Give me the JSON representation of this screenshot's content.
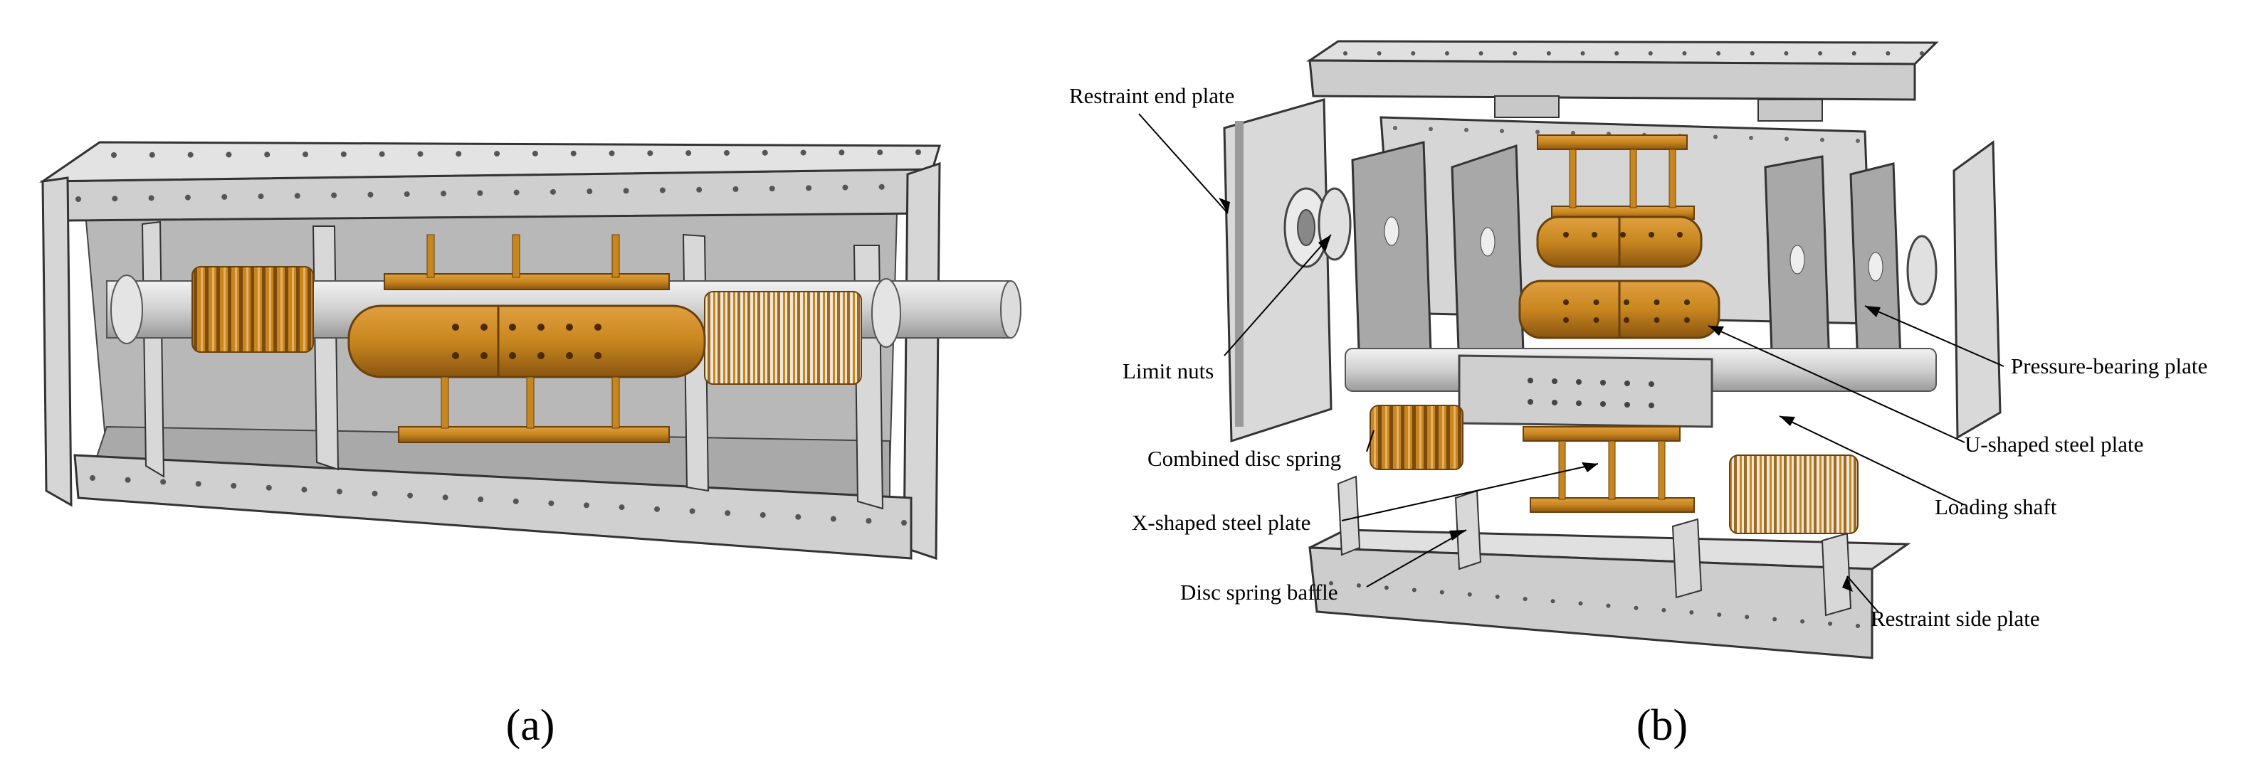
{
  "figure": {
    "panel_a_caption": "(a)",
    "panel_b_caption": "(b)"
  },
  "labels": {
    "restraint_end_plate": "Restraint end plate",
    "limit_nuts": "Limit nuts",
    "combined_disc_spring": "Combined disc spring",
    "x_shaped_steel_plate": "X-shaped steel plate",
    "disc_spring_baffle": "Disc spring baffle",
    "pressure_bearing_plate": "Pressure-bearing plate",
    "u_shaped_steel_plate": "U-shaped steel plate",
    "loading_shaft": "Loading shaft",
    "restraint_side_plate": "Restraint side plate"
  },
  "colors": {
    "steel": "#c4c4c4",
    "steel_dark": "#8e8e8e",
    "steel_light": "#e2e2e2",
    "copper": "#c8861f",
    "copper_dark": "#8a5510",
    "outline": "#333333"
  }
}
